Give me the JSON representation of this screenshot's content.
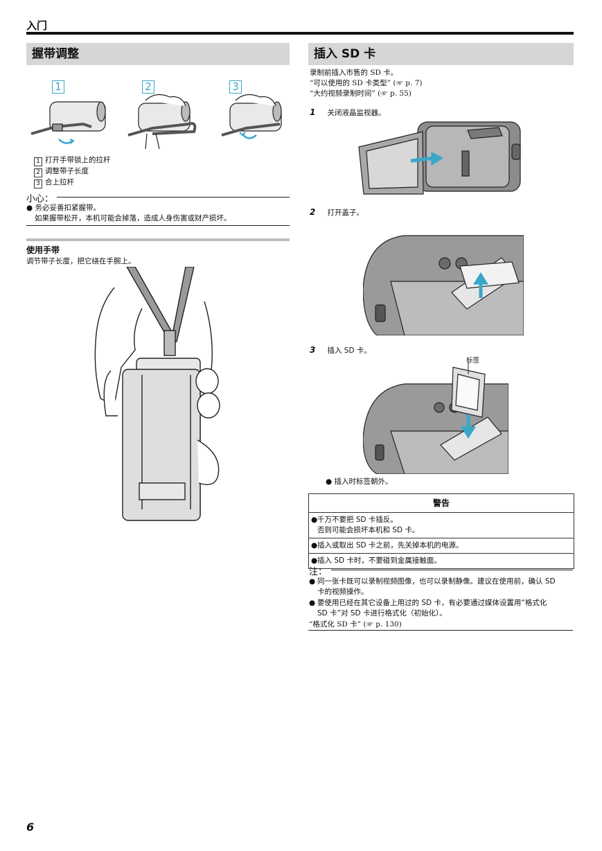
{
  "header": {
    "title": "入门",
    "page_number": "6"
  },
  "strap": {
    "title": "握带调整",
    "step_numbers": [
      "1",
      "2",
      "3"
    ],
    "steps": [
      "打开手带锁上的拉杆",
      "调整带子长度",
      "合上拉杆"
    ],
    "caution": {
      "label": "小心：",
      "items": [
        {
          "line1": "务必妥善扣紧握带。",
          "line2": "如果握带松开，本机可能会掉落，造成人身伤害或财产损坏。"
        }
      ]
    },
    "hand_strap": {
      "title": "使用手带",
      "text": "调节带子长度，把它绕在手腕上。"
    }
  },
  "sd": {
    "title": "插入 SD 卡",
    "intro": "录制前插入市售的 SD 卡。",
    "refs": [
      "“可以使用的 SD 卡类型” (☞ p. 7)",
      "“大约视频录制时间” (☞ p. 55)"
    ],
    "steps": [
      {
        "num": "1",
        "text": "关闭液晶监视器。"
      },
      {
        "num": "2",
        "text": "打开盖子。"
      },
      {
        "num": "3",
        "text": "插入 SD 卡。"
      }
    ],
    "label_callout": "标签",
    "step3_note": "插入时标签朝外。",
    "warning": {
      "title": "警告",
      "items": [
        {
          "line1": "千万不要把 SD 卡插反。",
          "line2": "否则可能会损坏本机和 SD 卡。"
        },
        {
          "line1": "插入或取出 SD 卡之前，先关掉本机的电源。",
          "line2": ""
        },
        {
          "line1": "插入 SD 卡时，不要碰到金属接触面。",
          "line2": ""
        }
      ]
    },
    "note": {
      "label": "注：",
      "items": [
        {
          "line1": "同一张卡既可以录制视频图像，也可以录制静像。建议在使用前，确认 SD",
          "line2": "卡的视频操作。"
        },
        {
          "line1": "要使用已经在其它设备上用过的 SD 卡，有必要通过媒体设置用“格式化",
          "line2": "SD 卡”对 SD 卡进行格式化（初始化）。"
        }
      ],
      "ref": "“格式化 SD 卡” (☞ p. 130)"
    }
  },
  "colors": {
    "accent": "#3aa7c9",
    "header_bar": "#d6d6d6"
  }
}
